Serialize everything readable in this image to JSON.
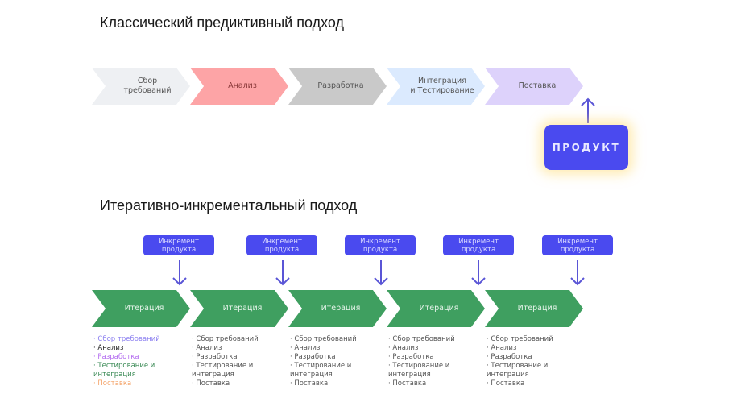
{
  "classic": {
    "title": "Классический предиктивный подход",
    "stages": [
      {
        "label_line1": "Сбор",
        "label_line2": "требований",
        "color": "#eef0f3"
      },
      {
        "label_line1": "Анализ",
        "label_line2": "",
        "color": "#fda4a6"
      },
      {
        "label_line1": "Разработка",
        "label_line2": "",
        "color": "#c9c9c9"
      },
      {
        "label_line1": "Интеграция",
        "label_line2": "и Тестирование",
        "color": "#dbeafe"
      },
      {
        "label_line1": "Поставка",
        "label_line2": "",
        "color": "#ddd2fb"
      }
    ],
    "product_label": "ПРОДУКТ",
    "product_color": "#4a4aef",
    "arrow_color": "#5a55d6"
  },
  "iterative": {
    "title": "Итеративно-инкрементальный подход",
    "increment_line1": "Инкремент",
    "increment_line2": "продукта",
    "iterations": [
      {
        "label": "Итерация",
        "increment_line1": "Инкремент",
        "increment_line2": "продукта",
        "steps": [
          "· Сбор требований",
          "· Анализ",
          "· Разработка",
          "· Тестирование и",
          "интеграция",
          "· Поставка"
        ],
        "step_colors": [
          "#8b7ff0",
          "#222222",
          "#b36cf0",
          "#3a8a55",
          "#3a8a55",
          "#f4a46a"
        ]
      },
      {
        "label": "Итерация",
        "increment_line1": "Инкремент",
        "increment_line2": "продукта",
        "steps": [
          "· Сбор требований",
          "· Анализ",
          "· Разработка",
          "· Тестирование и",
          "интеграция",
          "· Поставка"
        ]
      },
      {
        "label": "Итерация",
        "increment_line1": "Инкремент",
        "increment_line2": "продукта",
        "steps": [
          "· Сбор требований",
          "· Анализ",
          "· Разработка",
          "· Тестирование и",
          "интеграция",
          "· Поставка"
        ]
      },
      {
        "label": "Итерация",
        "increment_line1": "Инкремент",
        "increment_line2": "продукта",
        "steps": [
          "· Сбор требований",
          "· Анализ",
          "· Разработка",
          "· Тестирование и",
          "интеграция",
          "· Поставка"
        ]
      },
      {
        "label": "Итерация",
        "increment_line1": "Инкремент",
        "increment_line2": "продукта",
        "steps": [
          "· Сбор требований",
          "· Анализ",
          "· Разработка",
          "· Тестирование и",
          "интеграция",
          "· Поставка"
        ]
      }
    ],
    "iteration_color": "#3f9f60"
  }
}
